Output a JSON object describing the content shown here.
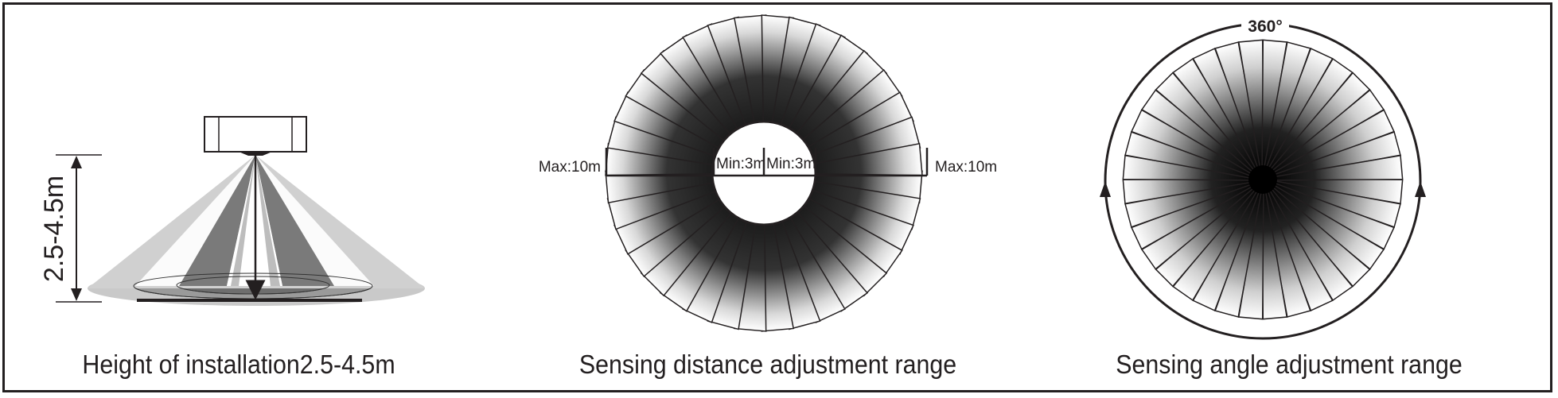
{
  "panels": [
    {
      "caption": "Height of installation2.5-4.5m",
      "height_label": "2.5-4.5m"
    },
    {
      "caption": "Sensing distance adjustment range",
      "max_left": "Max:10m",
      "min_left": "Min:3m",
      "min_right": "Min:3m",
      "max_right": "Max:10m",
      "beam_count": 36
    },
    {
      "caption": "Sensing angle adjustment range",
      "angle_label": "360°",
      "beam_count": 36
    }
  ],
  "colors": {
    "ink": "#231f20",
    "beam_dark": "#231f20",
    "beam_light": "#ffffff"
  }
}
